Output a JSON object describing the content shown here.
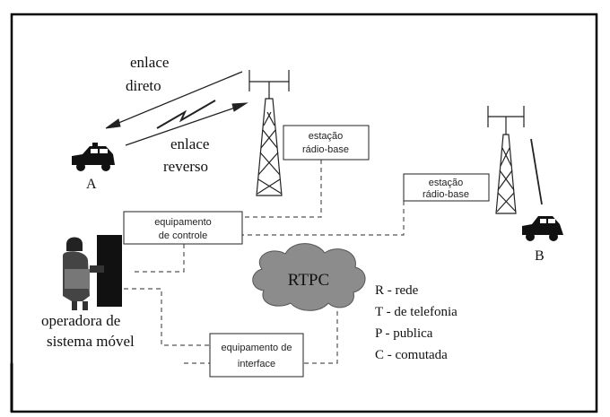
{
  "labels": {
    "forward_link_line1": "enlace",
    "forward_link_line2": "direto",
    "reverse_link_line1": "enlace",
    "reverse_link_line2": "reverso",
    "mobile_a": "A",
    "mobile_b": "B",
    "operator_line1": "operadora de",
    "operator_line2": "sistema móvel",
    "pstn_cloud": "RTPC"
  },
  "boxes": {
    "radio_base_a": [
      "estação",
      "rádio-base"
    ],
    "radio_base_b": [
      "estação",
      "rádio-base"
    ],
    "mobile_equipment": [
      "equipamento",
      "de controle"
    ],
    "interface_equipment": [
      "equipamento de",
      "interface"
    ]
  },
  "legend": [
    "R - rede",
    "T - de telefonia",
    "P - publica",
    "C - comutada"
  ],
  "colors": {
    "frame": "#000000",
    "cloud_fill": "#8c8c8c",
    "line": "#222222",
    "dashed": "#555555"
  }
}
